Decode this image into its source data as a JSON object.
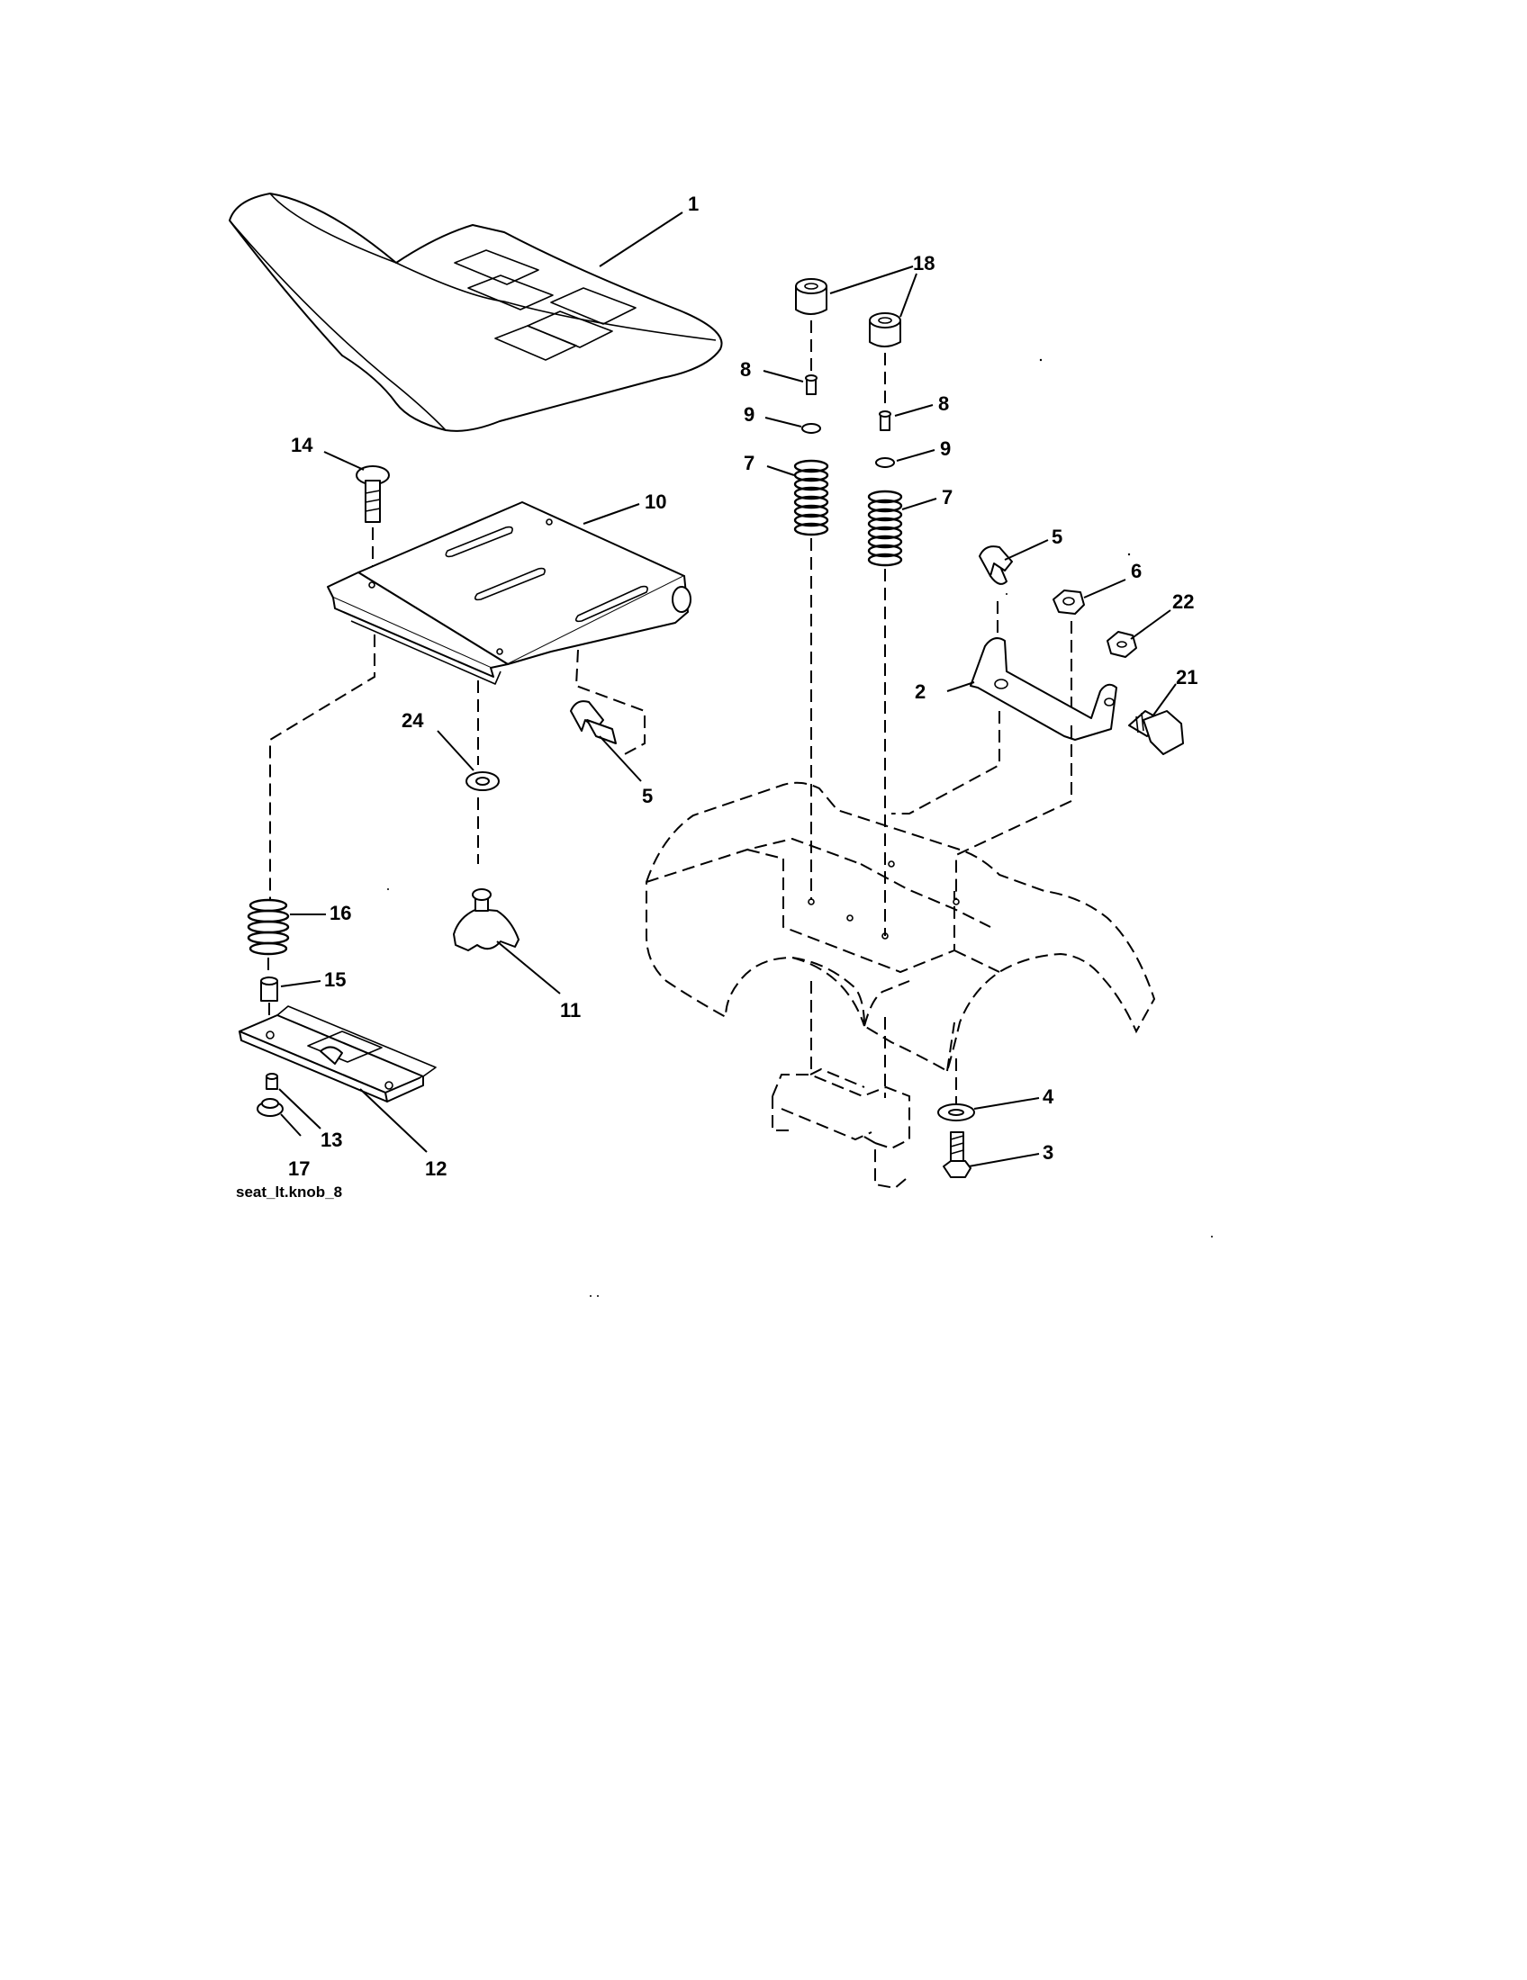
{
  "diagram": {
    "caption": "seat_lt.knob_8",
    "callouts": {
      "c1": "1",
      "c2": "2",
      "c3": "3",
      "c4": "4",
      "c5a": "5",
      "c5b": "5",
      "c6": "6",
      "c7a": "7",
      "c7b": "7",
      "c8a": "8",
      "c8b": "8",
      "c9a": "9",
      "c9b": "9",
      "c10": "10",
      "c11": "11",
      "c12": "12",
      "c13": "13",
      "c14": "14",
      "c15": "15",
      "c16": "16",
      "c17": "17",
      "c18": "18",
      "c21": "21",
      "c22": "22",
      "c24": "24"
    }
  }
}
